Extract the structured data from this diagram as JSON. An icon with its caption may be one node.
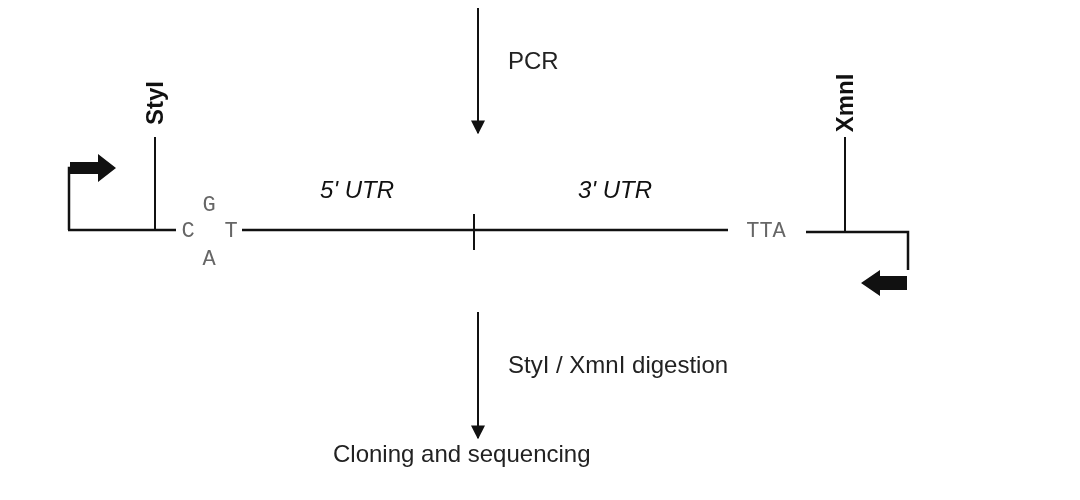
{
  "diagram": {
    "nodes": [
      {
        "text": [],
        "shape": "bar"
      },
      {
        "text": [
          "Cloning and sequencing"
        ]
      }
    ],
    "edges": [
      {
        "from": null,
        "to": 0,
        "arrow": "to",
        "label": "PCR"
      },
      {
        "from": 0,
        "to": 1,
        "arrow": "to",
        "label": "StyI / XmnI digestion"
      }
    ],
    "labels": [
      "StyI",
      "XmnI",
      "5' UTR",
      "3' UTR",
      "C",
      "G",
      "T",
      "A",
      "TTA"
    ]
  }
}
